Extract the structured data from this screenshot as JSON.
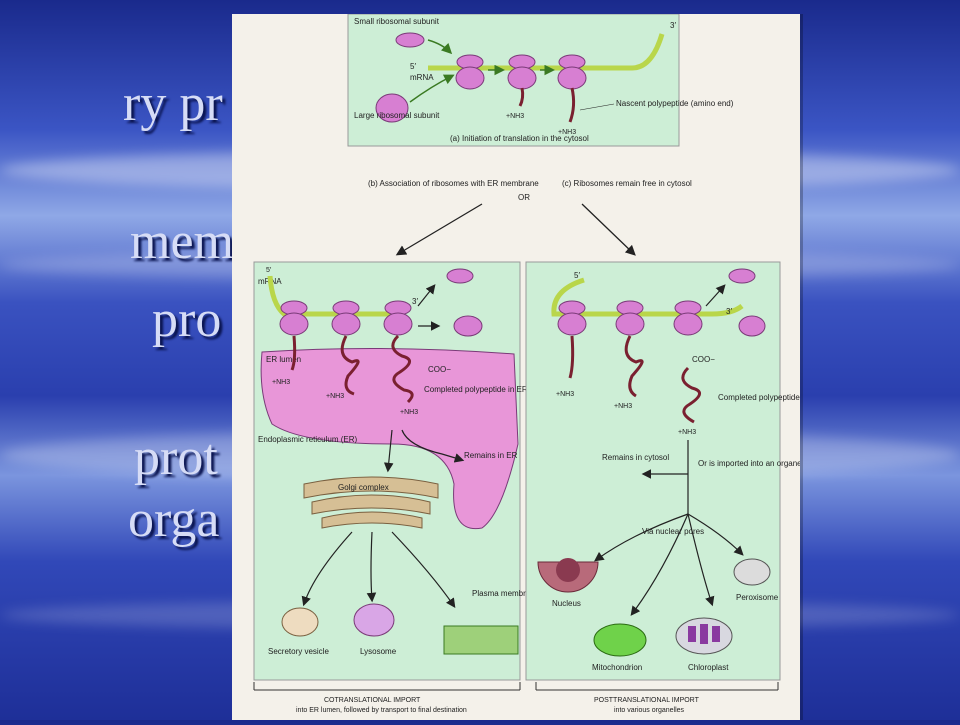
{
  "slide": {
    "fragments": [
      "ry pr",
      "mem",
      "pro",
      "prot",
      "orga"
    ]
  },
  "figure": {
    "panel_a": {
      "small_subunit": "Small ribosomal subunit",
      "large_subunit": "Large ribosomal subunit",
      "five_prime": "5′",
      "three_prime": "3′",
      "mrna": "mRNA",
      "nh3": "+NH3",
      "nascent": "Nascent polypeptide (amino end)",
      "caption": "(a) Initiation of translation in the cytosol"
    },
    "branch": {
      "b_label": "(b) Association of ribosomes with ER membrane",
      "or": "OR",
      "c_label": "(c) Ribosomes remain free in cytosol"
    },
    "panel_b": {
      "mrna": "mRNA",
      "five_prime": "5′",
      "three_prime": "3′",
      "er_lumen": "ER lumen",
      "nh3": "+NH3",
      "coo": "COO−",
      "completed": "Completed polypeptide in ER",
      "er": "Endoplasmic reticulum (ER)",
      "remains": "Remains in ER",
      "golgi": "Golgi complex",
      "secretory": "Secretory vesicle",
      "lysosome": "Lysosome",
      "plasma": "Plasma membrane",
      "footer_title": "COTRANSLATIONAL IMPORT",
      "footer_sub": "into ER lumen, followed by transport to final destination"
    },
    "panel_c": {
      "five_prime": "5′",
      "three_prime": "3′",
      "nh3": "+NH3",
      "coo": "COO−",
      "completed": "Completed polypeptide in cytosol",
      "remains": "Remains in cytosol",
      "imported": "Or is imported into an organelle",
      "via": "Via nuclear pores",
      "nucleus": "Nucleus",
      "peroxisome": "Peroxisome",
      "mito": "Mitochondrion",
      "chloro": "Chloroplast",
      "footer_title": "POSTTRANSLATIONAL IMPORT",
      "footer_sub": "into various organelles"
    }
  },
  "colors": {
    "panel_green": "#cdeed6",
    "ribosome": "#d77fd2",
    "er": "#e896d8",
    "golgi": "#d6bf95"
  }
}
